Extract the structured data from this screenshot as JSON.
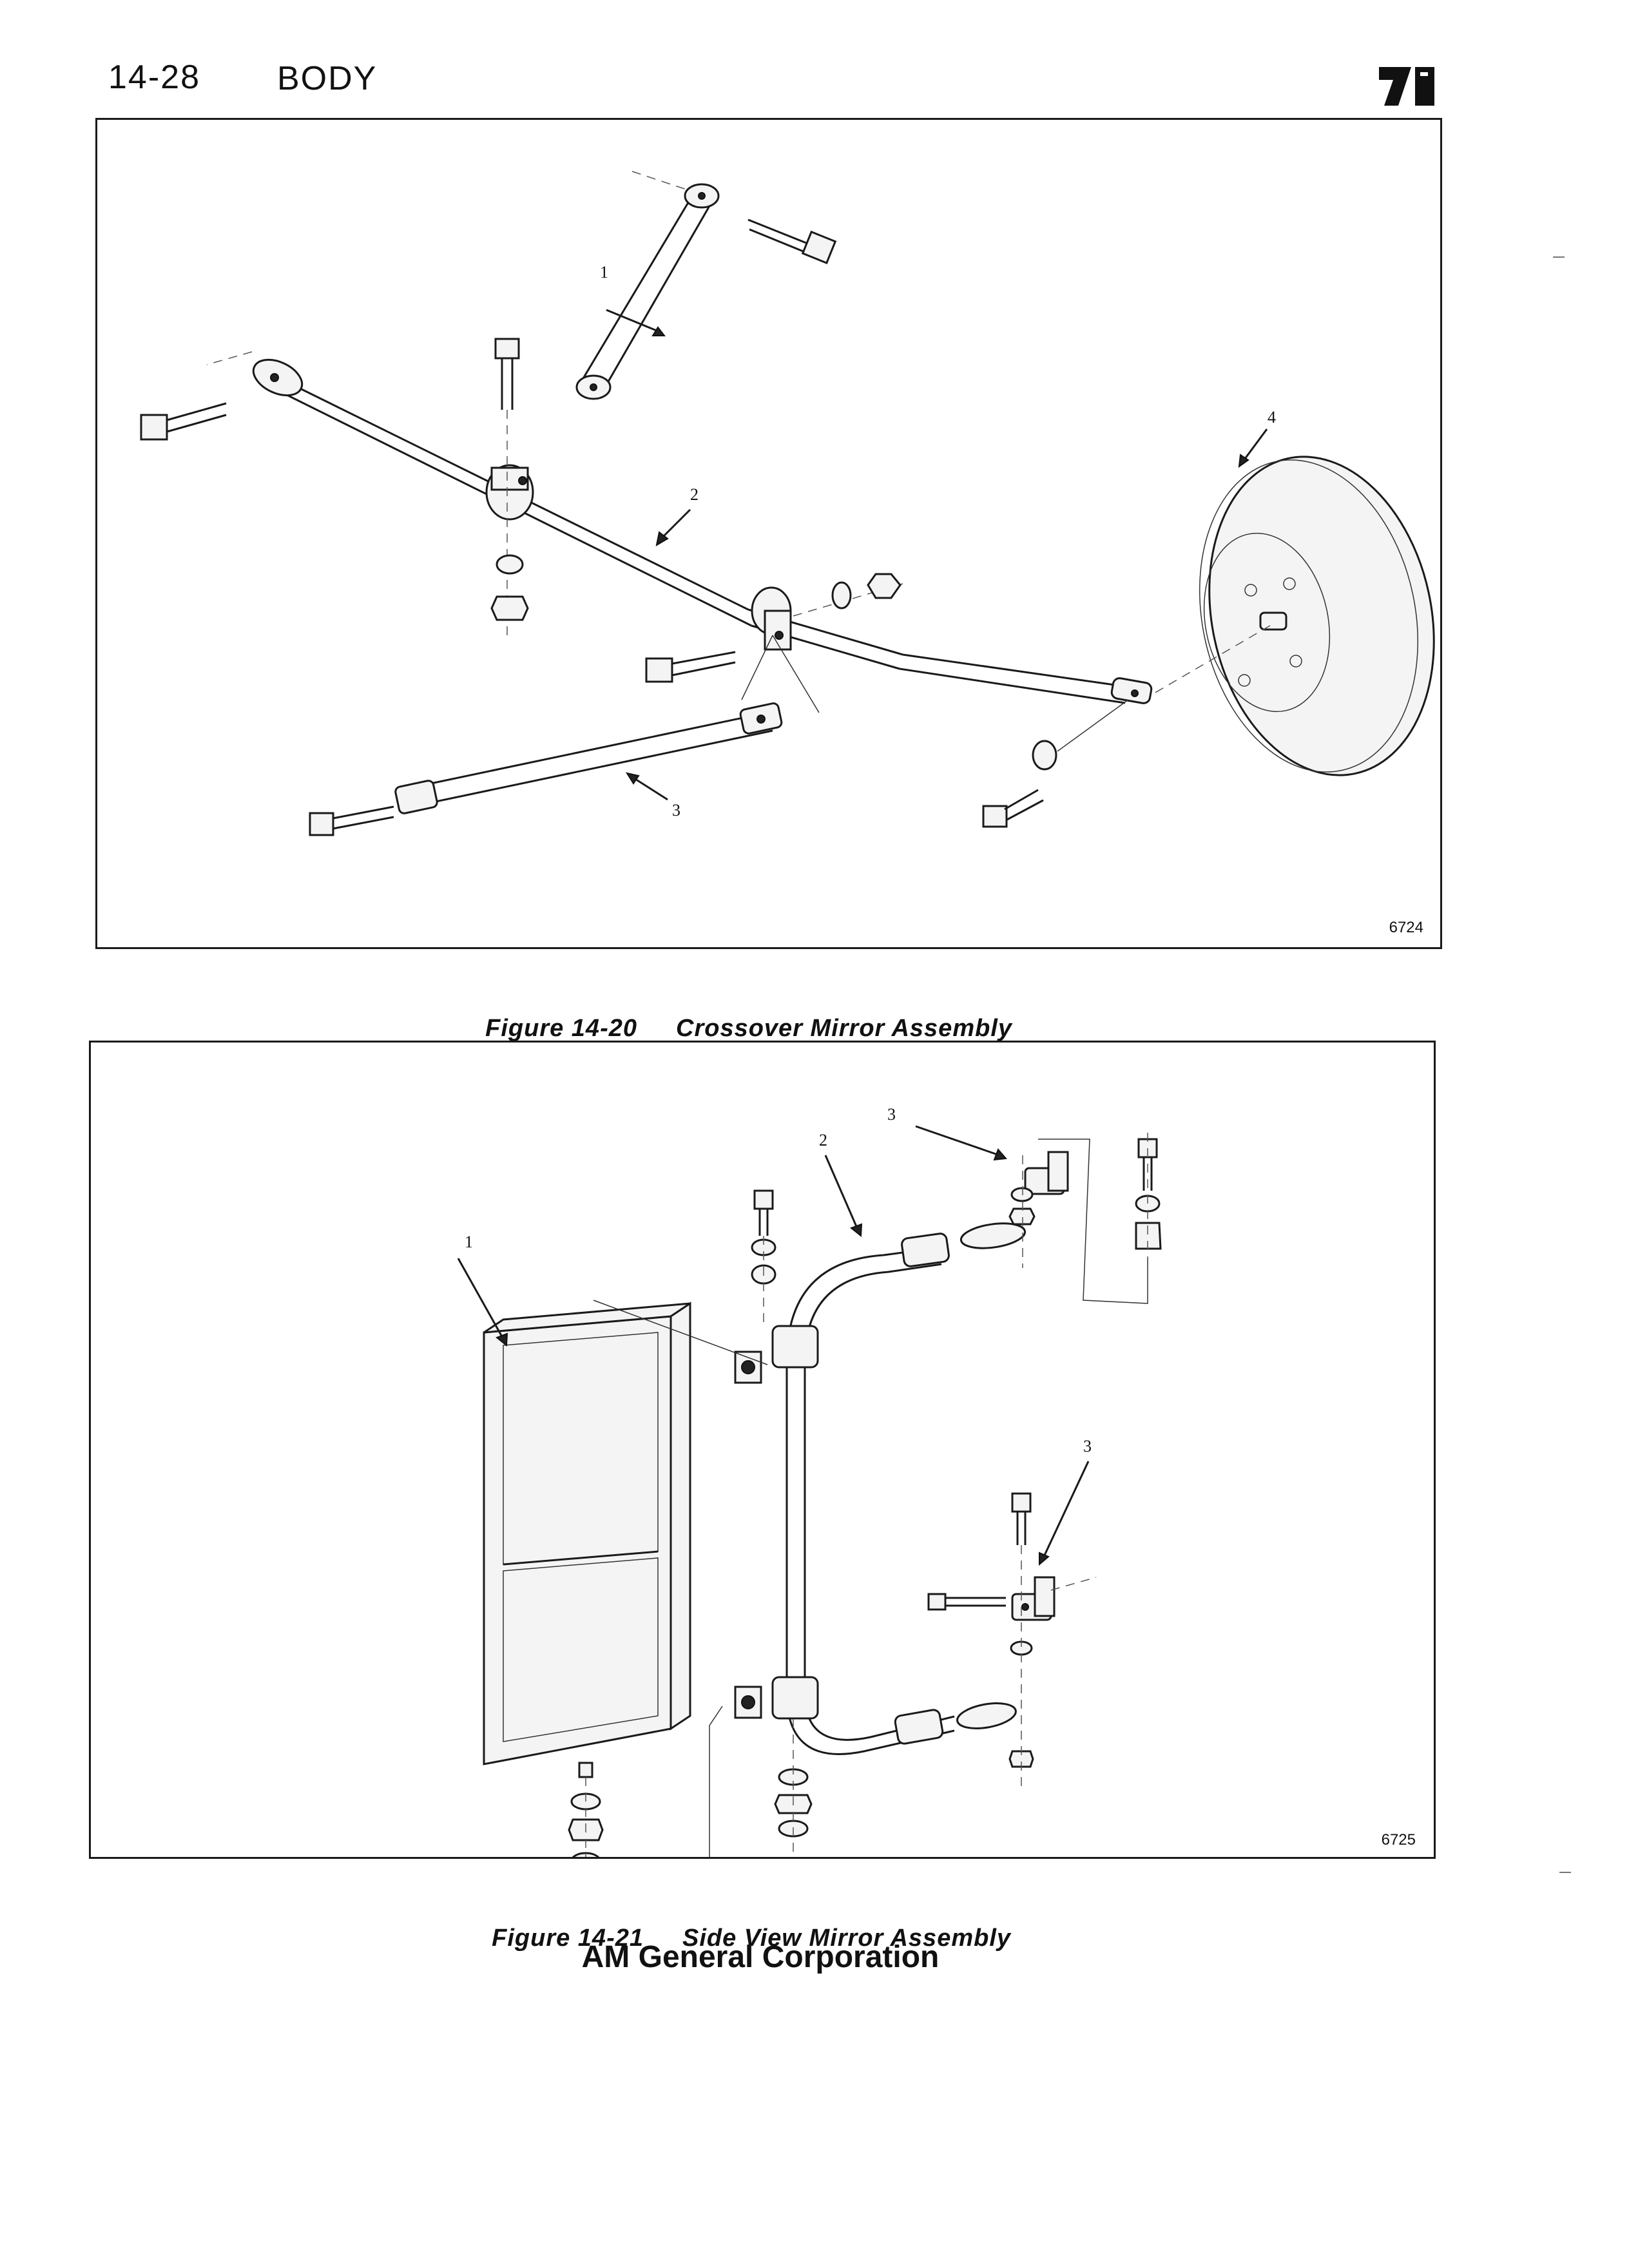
{
  "header": {
    "page_number": "14-28",
    "section": "BODY"
  },
  "figures": [
    {
      "drawing_number": "6724",
      "caption_number": "Figure 14-20",
      "caption_title": "Crossover Mirror Assembly",
      "callouts": [
        "1",
        "2",
        "3",
        "4"
      ]
    },
    {
      "drawing_number": "6725",
      "caption_number": "Figure 14-21",
      "caption_title": "Side View Mirror Assembly",
      "callouts": [
        "1",
        "2",
        "3",
        "3"
      ]
    }
  ],
  "footer": {
    "company": "AM General Corporation"
  }
}
